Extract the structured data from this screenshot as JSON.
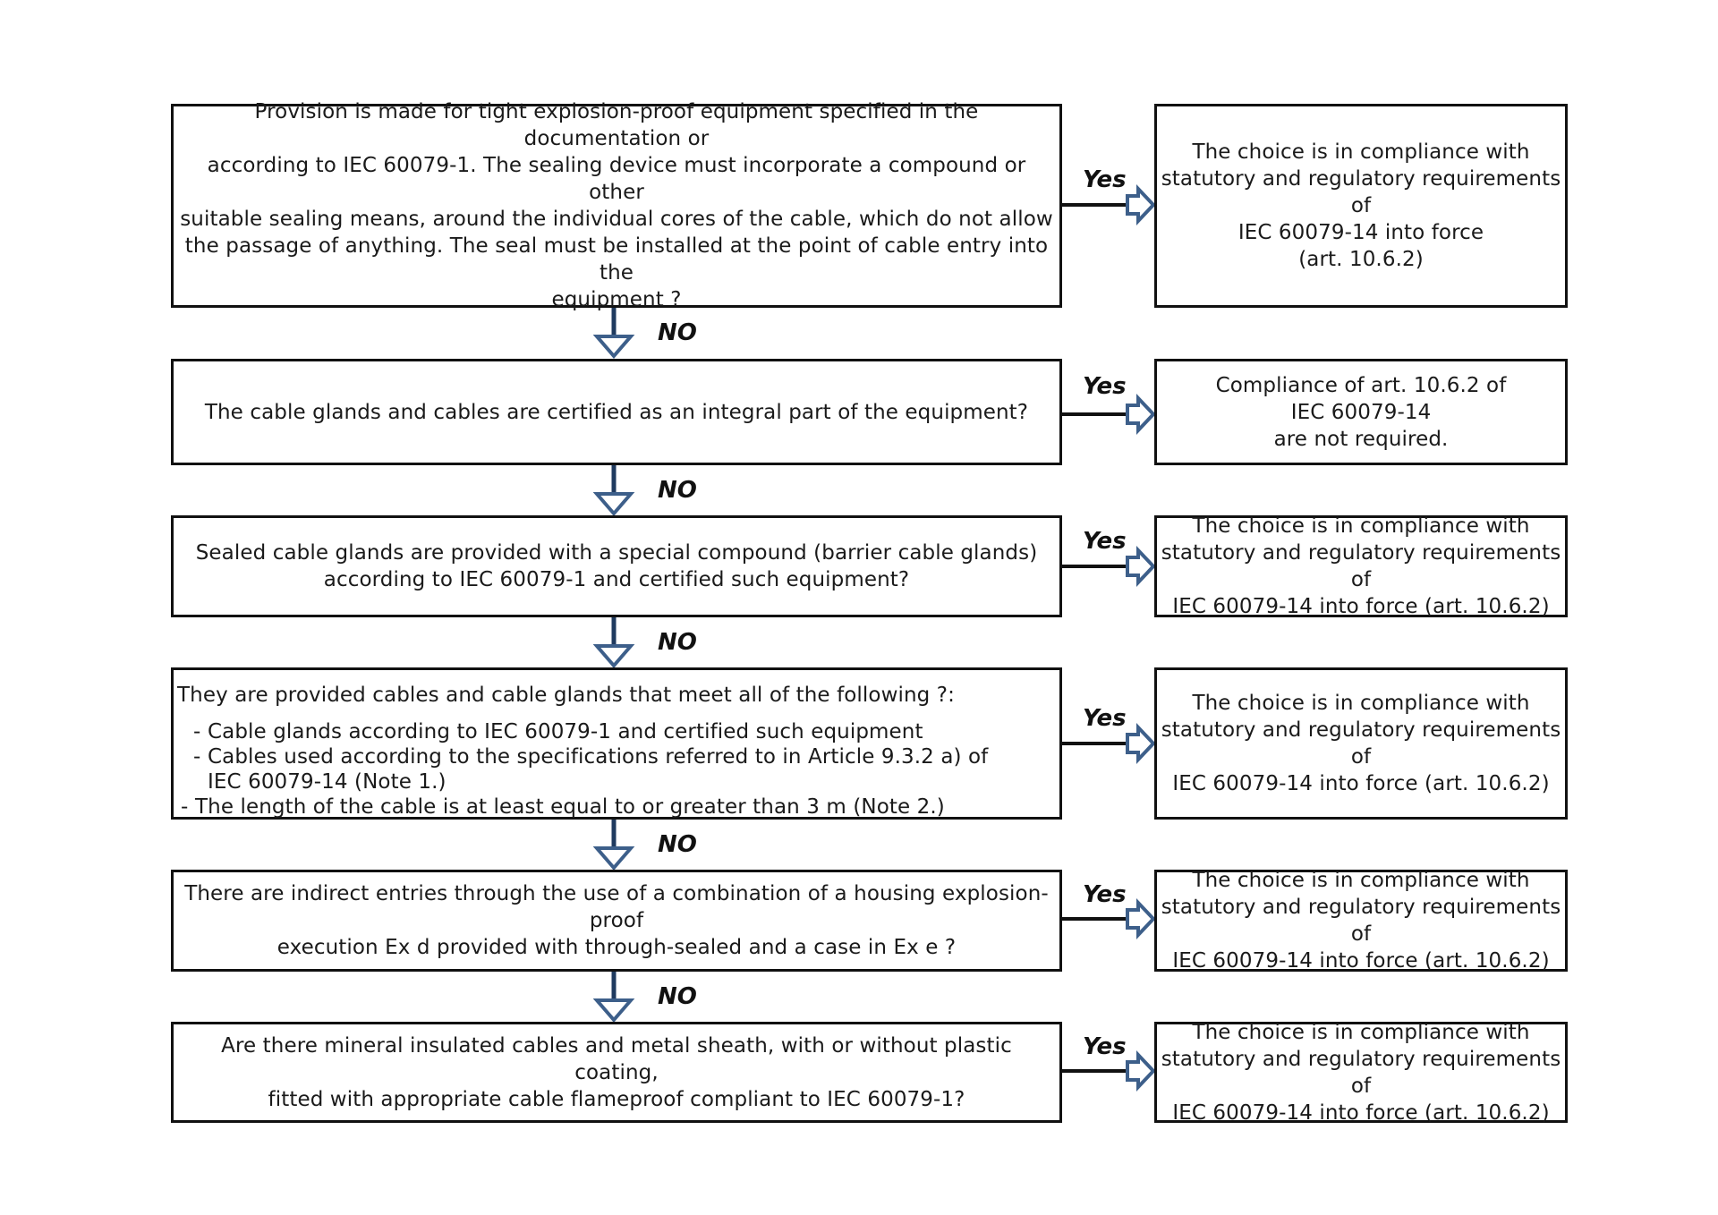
{
  "questions": [
    "Provision is made for tight explosion-proof equipment specified in the documentation or\naccording to IEC 60079-1. The sealing device must incorporate a compound or other\nsuitable sealing means, around the individual cores of the cable, which do not allow\nthe passage of anything. The seal must be installed at the point of cable entry into the\nequipment ?",
    "The cable glands and cables are certified as an integral part of the equipment?",
    "Sealed cable glands are provided with a special compound (barrier cable glands)\naccording to IEC 60079-1 and certified such equipment?",
    {
      "intro": "They are provided cables and cable glands that meet all of the following ?:",
      "items": [
        "Cable glands according to IEC 60079-1 and certified such equipment",
        "Cables used according to the specifications referred to in Article 9.3.2 a) of IEC 60079-14 (Note 1.)",
        "The length of the cable is at least equal to or greater than 3 m (Note 2.)"
      ]
    },
    "There are indirect entries through the use of a combination of a housing explosion-proof\nexecution Ex d provided with through-sealed and a case in Ex e ?",
    "Are there mineral insulated cables and metal sheath, with or without plastic coating,\nfitted with appropriate cable flameproof compliant to IEC 60079-1?"
  ],
  "results": [
    "The choice is in compliance with\nstatutory and regulatory requirements of\nIEC 60079-14 into force\n(art. 10.6.2)",
    "Compliance of art. 10.6.2 of\nIEC 60079-14\nare not required.",
    "The choice is in compliance with\nstatutory and regulatory requirements of\nIEC 60079-14 into force (art. 10.6.2)",
    "The choice is in compliance with\nstatutory and regulatory requirements of\nIEC 60079-14 into force (art. 10.6.2)",
    "The choice is in compliance with\nstatutory and regulatory requirements of\nIEC 60079-14 into force (art. 10.6.2)",
    "The choice is in compliance with\nstatutory and regulatory requirements of\nIEC 60079-14 into force (art. 10.6.2)"
  ],
  "yes_label": "Yes",
  "no_label": "NO",
  "colors": {
    "arrow_fill": "#ffffff",
    "arrow_stroke": "#3d5f8a",
    "arrow_shaft": "#1f3a5f",
    "connector_line": "#111111",
    "box_border": "#111111"
  }
}
